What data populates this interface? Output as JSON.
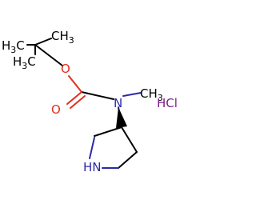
{
  "molecule": {
    "labels": {
      "h3c_left": "H3C",
      "ch3_top": "CH3",
      "h3c_bottom": "H3C",
      "ester_oxygen": "O",
      "carbonyl_oxygen": "O",
      "amide_nitrogen": "N",
      "n_methyl": "CH3",
      "ring_nh": "HN",
      "salt": "HCl"
    },
    "colors": {
      "carbon": "#000000",
      "oxygen": "#e0301e",
      "nitrogen": "#2a2aa8",
      "salt": "#7a1f8a"
    },
    "stereo": "wedge bond at pyrrolidine C3"
  }
}
